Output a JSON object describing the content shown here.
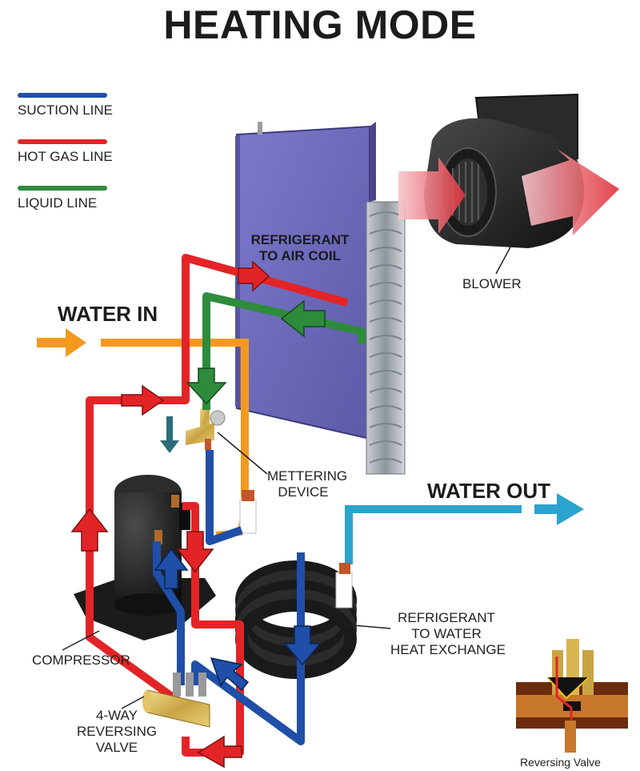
{
  "title": "HEATING MODE",
  "legend": [
    {
      "label": "SUCTION LINE",
      "color": "#1f4fa8"
    },
    {
      "label": "HOT GAS LINE",
      "color": "#e32427"
    },
    {
      "label": "LIQUID LINE",
      "color": "#2e8b3c"
    }
  ],
  "labels": {
    "coil": [
      "REFRIGERANT",
      "TO AIR COIL"
    ],
    "water_in": "WATER IN",
    "water_out": "WATER OUT",
    "blower": "BLOWER",
    "metering": [
      "METTERING",
      "DEVICE"
    ],
    "compressor": "COMPRESSOR",
    "reversing_valve": [
      "4-WAY",
      "REVERSING",
      "VALVE"
    ],
    "heat_exchange": [
      "REFRIGERANT",
      "TO WATER",
      "HEAT EXCHANGE"
    ],
    "inset_caption": "Reversing Valve"
  },
  "colors": {
    "suction": "#1f4fa8",
    "hot_gas": "#e32427",
    "liquid": "#2e8b3c",
    "water_in": "#f39a1e",
    "water_out": "#2ba3cf",
    "coil": "#6f6bbf"
  }
}
